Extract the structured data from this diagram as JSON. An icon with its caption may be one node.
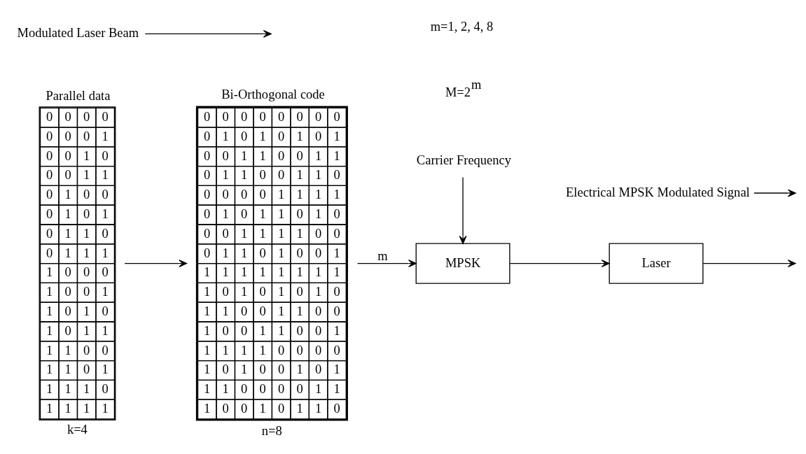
{
  "diagram": {
    "nodes": [
      {
        "text": [
          "Parallel data",
          "0 0 0 0",
          "0 0 0 1",
          "0 0 1 0",
          "0 0 1 1",
          "0 1 0 0",
          "0 1 0 1",
          "0 1 1 0",
          "0 1 1 1",
          "1 0 0 0",
          "1 0 0 1",
          "1 0 1 0",
          "1 0 1 1",
          "1 1 0 0",
          "1 1 0 1",
          "1 1 1 0",
          "1 1 1 1"
        ],
        "beside": [
          "k=4"
        ]
      },
      {
        "text": [
          "Bi-Orthogonal code",
          "0 0 0 0 0 0 0 0",
          "0 1 0 1 0 1 0 1",
          "0 0 1 1 0 0 1 1",
          "0 1 1 0 0 1 1 0",
          "0 0 0 0 1 1 1 1",
          "0 1 0 1 1 0 1 0",
          "0 0 1 1 1 1 0 0",
          "0 1 1 0 1 0 0 1",
          "1 1 1 1 1 1 1 1",
          "1 0 1 0 1 0 1 0",
          "1 1 0 0 1 1 0 0",
          "1 0 0 1 1 0 0 1",
          "1 1 1 1 0 0 0 0",
          "1 0 1 0 0 1 0 1",
          "1 1 0 0 0 0 1 1",
          "1 0 0 1 0 1 1 0"
        ],
        "beside": [
          "n=8"
        ]
      },
      {
        "text": [
          "MPSK"
        ]
      },
      {
        "text": [
          "Laser"
        ]
      },
      {
        "text": [
          "Electrical MPSK Modulated Signal"
        ]
      },
      {
        "text": [
          "Carrier Frequency"
        ]
      },
      {
        "text": [
          "Modulated Laser Beam"
        ]
      }
    ],
    "edges": [
      {
        "from": 0,
        "to": 1,
        "arrow": "to"
      },
      {
        "from": 1,
        "to": 2,
        "arrow": "to",
        "label": "m"
      },
      {
        "from": 2,
        "to": 3,
        "arrow": "to"
      },
      {
        "from": 5,
        "to": 2,
        "arrow": "to"
      },
      {
        "from": 4,
        "to": null,
        "arrow": "to"
      },
      {
        "from": 3,
        "to": null,
        "arrow": "to"
      },
      {
        "from": 6,
        "to": null,
        "arrow": "to"
      }
    ],
    "labels": [
      "M=2$^{m}$",
      "m=1, 2, 4, 8"
    ]
  }
}
